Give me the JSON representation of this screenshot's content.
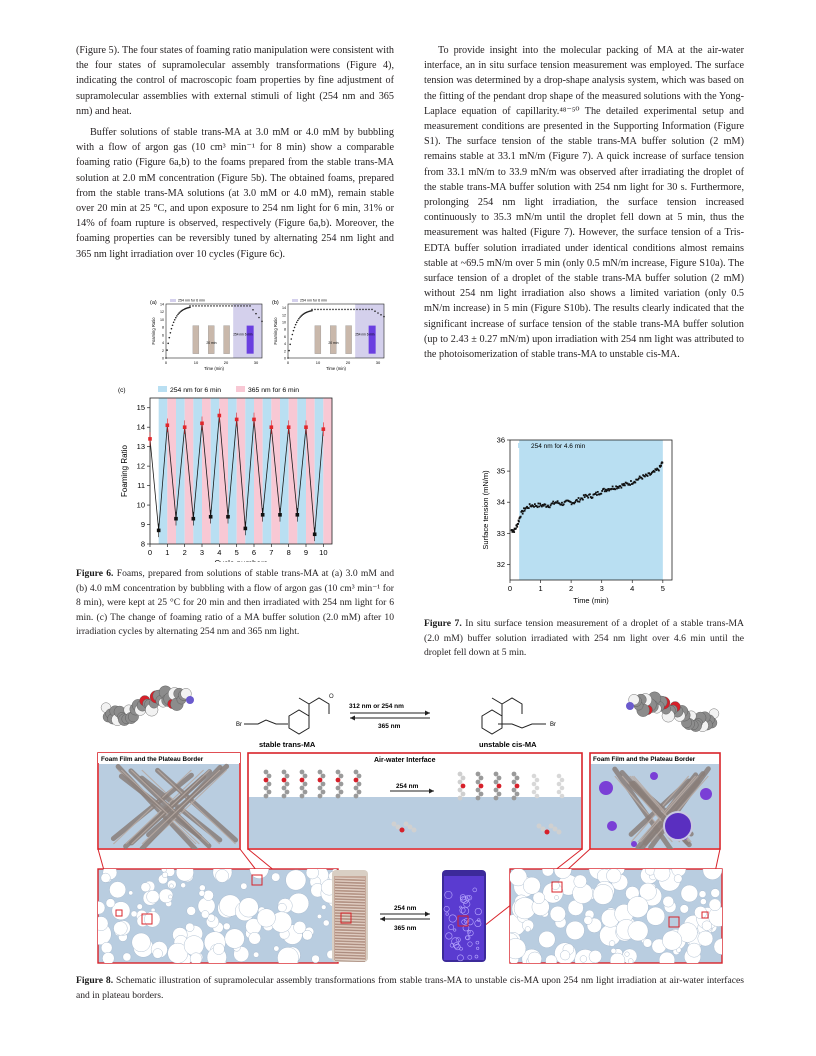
{
  "left_column": {
    "p1": "(Figure 5). The four states of foaming ratio manipulation were consistent with the four states of supramolecular assembly transformations (Figure 4), indicating the control of macroscopic foam properties by fine adjustment of supramolecular assemblies with external stimuli of light (254 nm and 365 nm) and heat.",
    "p2": "Buffer solutions of stable trans-MA at 3.0 mM or 4.0 mM by bubbling with a flow of argon gas (10 cm³ min⁻¹ for 8 min) show a comparable foaming ratio (Figure 6a,b) to the foams prepared from the stable trans-MA solution at 2.0 mM concentration (Figure 5b). The obtained foams, prepared from the stable trans-MA solutions (at 3.0 mM or 4.0 mM), remain stable over 20 min at 25 °C, and upon exposure to 254 nm light for 6 min, 31% or 14% of foam rupture is observed, respectively (Figure 6a,b). Moreover, the foaming properties can be reversibly tuned by alternating 254 nm light and 365 nm light irradiation over 10 cycles (Figure 6c)."
  },
  "right_column": {
    "p1": "To provide insight into the molecular packing of MA at the air-water interface, an in situ surface tension measurement was employed. The surface tension was determined by a drop-shape analysis system, which was based on the fitting of the pendant drop shape of the measured solutions with the Yong-Laplace equation of capillarity.⁴⁸⁻⁵⁰ The detailed experimental setup and measurement conditions are presented in the Supporting Information (Figure S1). The surface tension of the stable trans-MA buffer solution (2 mM) remains stable at 33.1 mN/m (Figure 7). A quick increase of surface tension from 33.1 mN/m to 33.9 mN/m was observed after irradiating the droplet of the stable trans-MA buffer solution with 254 nm light for 30 s. Furthermore, prolonging 254 nm light irradiation, the surface tension increased continuously to 35.3 mN/m until the droplet fell down at 5 min, thus the measurement was halted (Figure 7). However, the surface tension of a Tris-EDTA buffer solution irradiated under identical conditions almost remains stable at ~69.5 mN/m over 5 min (only 0.5 mN/m increase, Figure S10a). The surface tension of a droplet of the stable trans-MA buffer solution (2 mM) without 254 nm light irradiation also shows a limited variation (only 0.5 mN/m increase) in 5 min (Figure S10b). The results clearly indicated that the significant increase of surface tension of the stable trans-MA buffer solution (up to 2.43 ± 0.27 mN/m) upon irradiation with 254 nm light was attributed to the photoisomerization of stable trans-MA to unstable cis-MA."
  },
  "figure6": {
    "caption_label": "Figure 6.",
    "caption_text": "Foams, prepared from solutions of stable trans-MA at (a) 3.0 mM and (b) 4.0 mM concentration by bubbling with a flow of argon gas (10 cm³ min⁻¹ for 8 min), were kept at 25 °C for 20 min and then irradiated with 254 nm light for 6 min. (c) The change of foaming ratio of a MA buffer solution (2.0 mM) after 10 irradiation cycles by alternating 254 nm and 365 nm light.",
    "panel_a": "(a)",
    "panel_b": "(b)",
    "panel_c": "(c)",
    "inset_legend": "254 nm for 6 min",
    "inset_xlabel": "Time (min)",
    "inset_ylabel": "Foaming Ratio",
    "inset_label_20min": "20 min",
    "inset_label_254": "254 nm 6 min",
    "legend_254": "254 nm for 6 min",
    "legend_365": "365 nm for 6 min"
  },
  "figure7": {
    "caption_label": "Figure 7.",
    "caption_text": "In situ surface tension measurement of a droplet of a stable trans-MA (2.0 mM) buffer solution irradiated with 254 nm light over 4.6 min until the droplet fell down at 5 min."
  },
  "figure8": {
    "caption_label": "Figure 8.",
    "caption_text": "Schematic illustration of supramolecular assembly transformations from stable trans-MA to unstable cis-MA upon 254 nm light irradiation at air-water interfaces and in plateau borders.",
    "stable_label": "stable trans-MA",
    "unstable_label": "unstable cis-MA",
    "arrow_top_forward": "312 nm or 254 nm",
    "arrow_top_back": "365 nm",
    "box_left_title": "Foam Film and the Plateau Border",
    "box_right_title": "Foam Film and the Plateau Border",
    "box_center_title": "Air-water Interface",
    "center_arrow": "254 nm",
    "bottom_forward": "254 nm",
    "bottom_back": "365 nm",
    "br_left": "Br",
    "br_right": "Br"
  },
  "chart_data": [
    {
      "type": "line",
      "id": "fig6c",
      "xlabel": "Cycle numbers",
      "ylabel": "Foaming Ratio",
      "xlim": [
        0,
        10.5
      ],
      "ylim": [
        8,
        15.5
      ],
      "xticks": [
        0,
        1,
        2,
        3,
        4,
        5,
        6,
        7,
        8,
        9,
        10
      ],
      "yticks": [
        8,
        9,
        10,
        11,
        12,
        13,
        14,
        15
      ],
      "x": [
        0,
        0.5,
        1,
        1.5,
        2,
        2.5,
        3,
        3.5,
        4,
        4.5,
        5,
        5.5,
        6,
        6.5,
        7,
        7.5,
        8,
        8.5,
        9,
        9.5,
        10
      ],
      "values": [
        13.4,
        8.7,
        14.1,
        9.3,
        14.0,
        9.3,
        14.2,
        9.4,
        14.6,
        9.4,
        14.4,
        8.8,
        14.4,
        9.5,
        14.0,
        9.5,
        14.0,
        9.5,
        14.0,
        8.5,
        13.9
      ],
      "colors": {
        "red": "#e0262b",
        "line": "#1a1a1a",
        "band_254": "#b9dff2",
        "band_365": "#f8c8d4"
      }
    },
    {
      "type": "scatter",
      "id": "fig7",
      "xlabel": "Time (min)",
      "ylabel": "Surface tension (mN/m)",
      "legend": "254 nm for 4.6 min",
      "xlim": [
        0,
        5.3
      ],
      "ylim": [
        31.5,
        36
      ],
      "xticks": [
        0,
        1,
        2,
        3,
        4,
        5
      ],
      "yticks": [
        32,
        33,
        34,
        35,
        36
      ],
      "shaded_range": [
        0.3,
        5.0
      ],
      "x": [
        0.05,
        0.15,
        0.25,
        0.35,
        0.5,
        0.7,
        0.9,
        1.1,
        1.3,
        1.5,
        1.7,
        1.9,
        2.1,
        2.3,
        2.5,
        2.7,
        2.9,
        3.1,
        3.3,
        3.5,
        3.7,
        3.9,
        4.1,
        4.3,
        4.5,
        4.7,
        4.9,
        5.0
      ],
      "values": [
        33.1,
        33.1,
        33.3,
        33.6,
        33.8,
        33.9,
        33.9,
        33.9,
        33.9,
        34.0,
        33.95,
        34.0,
        34.0,
        34.1,
        34.2,
        34.2,
        34.3,
        34.4,
        34.45,
        34.5,
        34.55,
        34.6,
        34.7,
        34.8,
        34.85,
        34.95,
        35.1,
        35.3
      ]
    }
  ]
}
